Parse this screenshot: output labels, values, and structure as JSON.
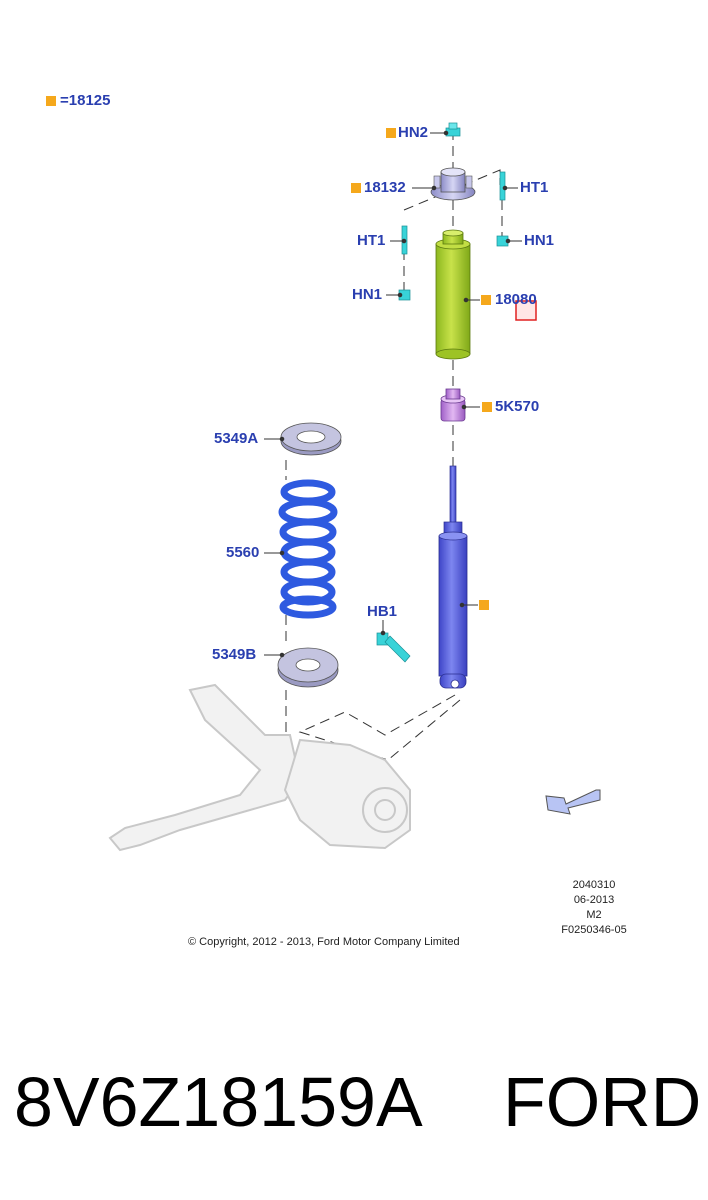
{
  "legend": {
    "equals": "=",
    "code": "18125"
  },
  "labels": {
    "hn2": "HN2",
    "p18132": "18132",
    "ht1_right": "HT1",
    "ht1_left": "HT1",
    "hn1_right": "HN1",
    "hn1_left": "HN1",
    "p18080": "18080",
    "p5k570": "5K570",
    "p5349a": "5349A",
    "p5560": "5560",
    "hb1": "HB1",
    "p5349b": "5349B"
  },
  "meta": {
    "line1": "2040310",
    "line2": "06-2013",
    "line3": "M2",
    "line4": "F0250346-05"
  },
  "copyright": "© Copyright, 2012 - 2013, Ford Motor Company Limited",
  "caption": {
    "part_number": "8V6Z18159A",
    "brand": "FORD"
  },
  "colors": {
    "label_blue": "#2a3fb0",
    "marker_orange": "#f5a81c",
    "spring_blue": "#3b62e0",
    "shock_blue": "#5a64e0",
    "boot_green": "#a8cc2a",
    "bumper_purple": "#c58fe0",
    "fastener_cyan": "#38d3d8",
    "highlight_red": "#e02020"
  }
}
